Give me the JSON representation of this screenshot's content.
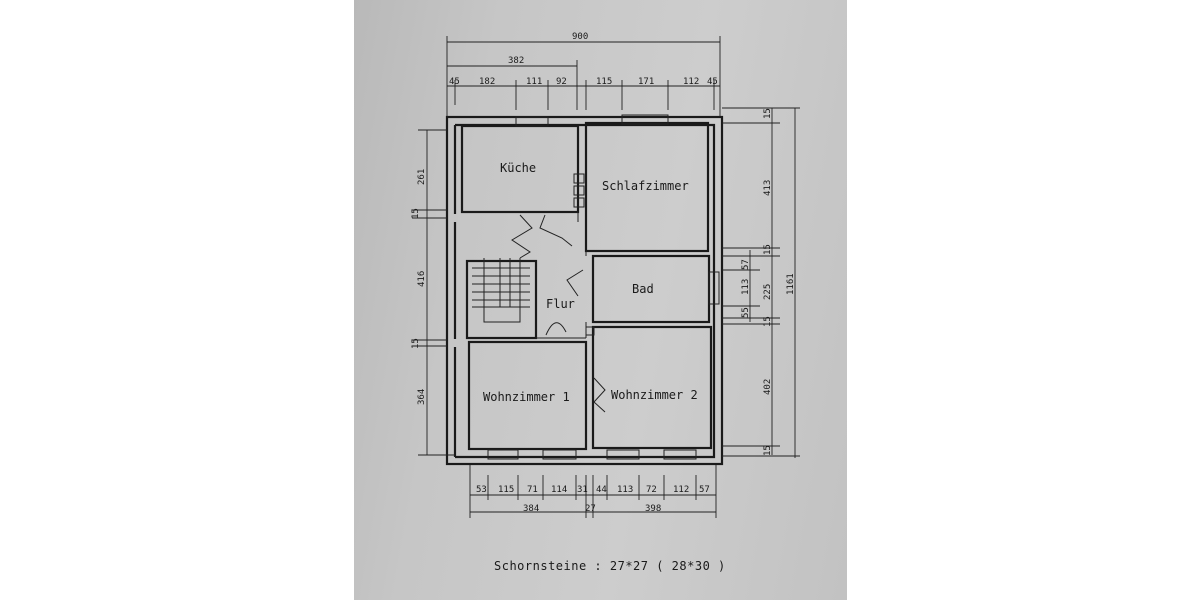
{
  "rooms": {
    "kueche": "Küche",
    "schlafzimmer": "Schlafzimmer",
    "bad": "Bad",
    "flur": "Flur",
    "wohnzimmer1": "Wohnzimmer 1",
    "wohnzimmer2": "Wohnzimmer 2"
  },
  "dims_top": {
    "overall": "900",
    "left_group": "382",
    "segments": [
      "45",
      "182",
      "111",
      "92",
      "115",
      "171",
      "112",
      "45"
    ]
  },
  "dims_bottom": {
    "segments": [
      "53",
      "115",
      "71",
      "114",
      "31",
      "44",
      "113",
      "72",
      "112",
      "57"
    ],
    "left_total": "384",
    "middle": "27",
    "right_total": "398"
  },
  "dims_left": [
    "261",
    "15",
    "416",
    "15",
    "364"
  ],
  "dims_right": {
    "overall": "1161",
    "segments": [
      "15",
      "413",
      "15",
      "225",
      "15",
      "402",
      "15"
    ],
    "bad_detail": [
      "57",
      "113",
      "55"
    ]
  },
  "caption": "Schornsteine : 27*27 ( 28*30 )"
}
